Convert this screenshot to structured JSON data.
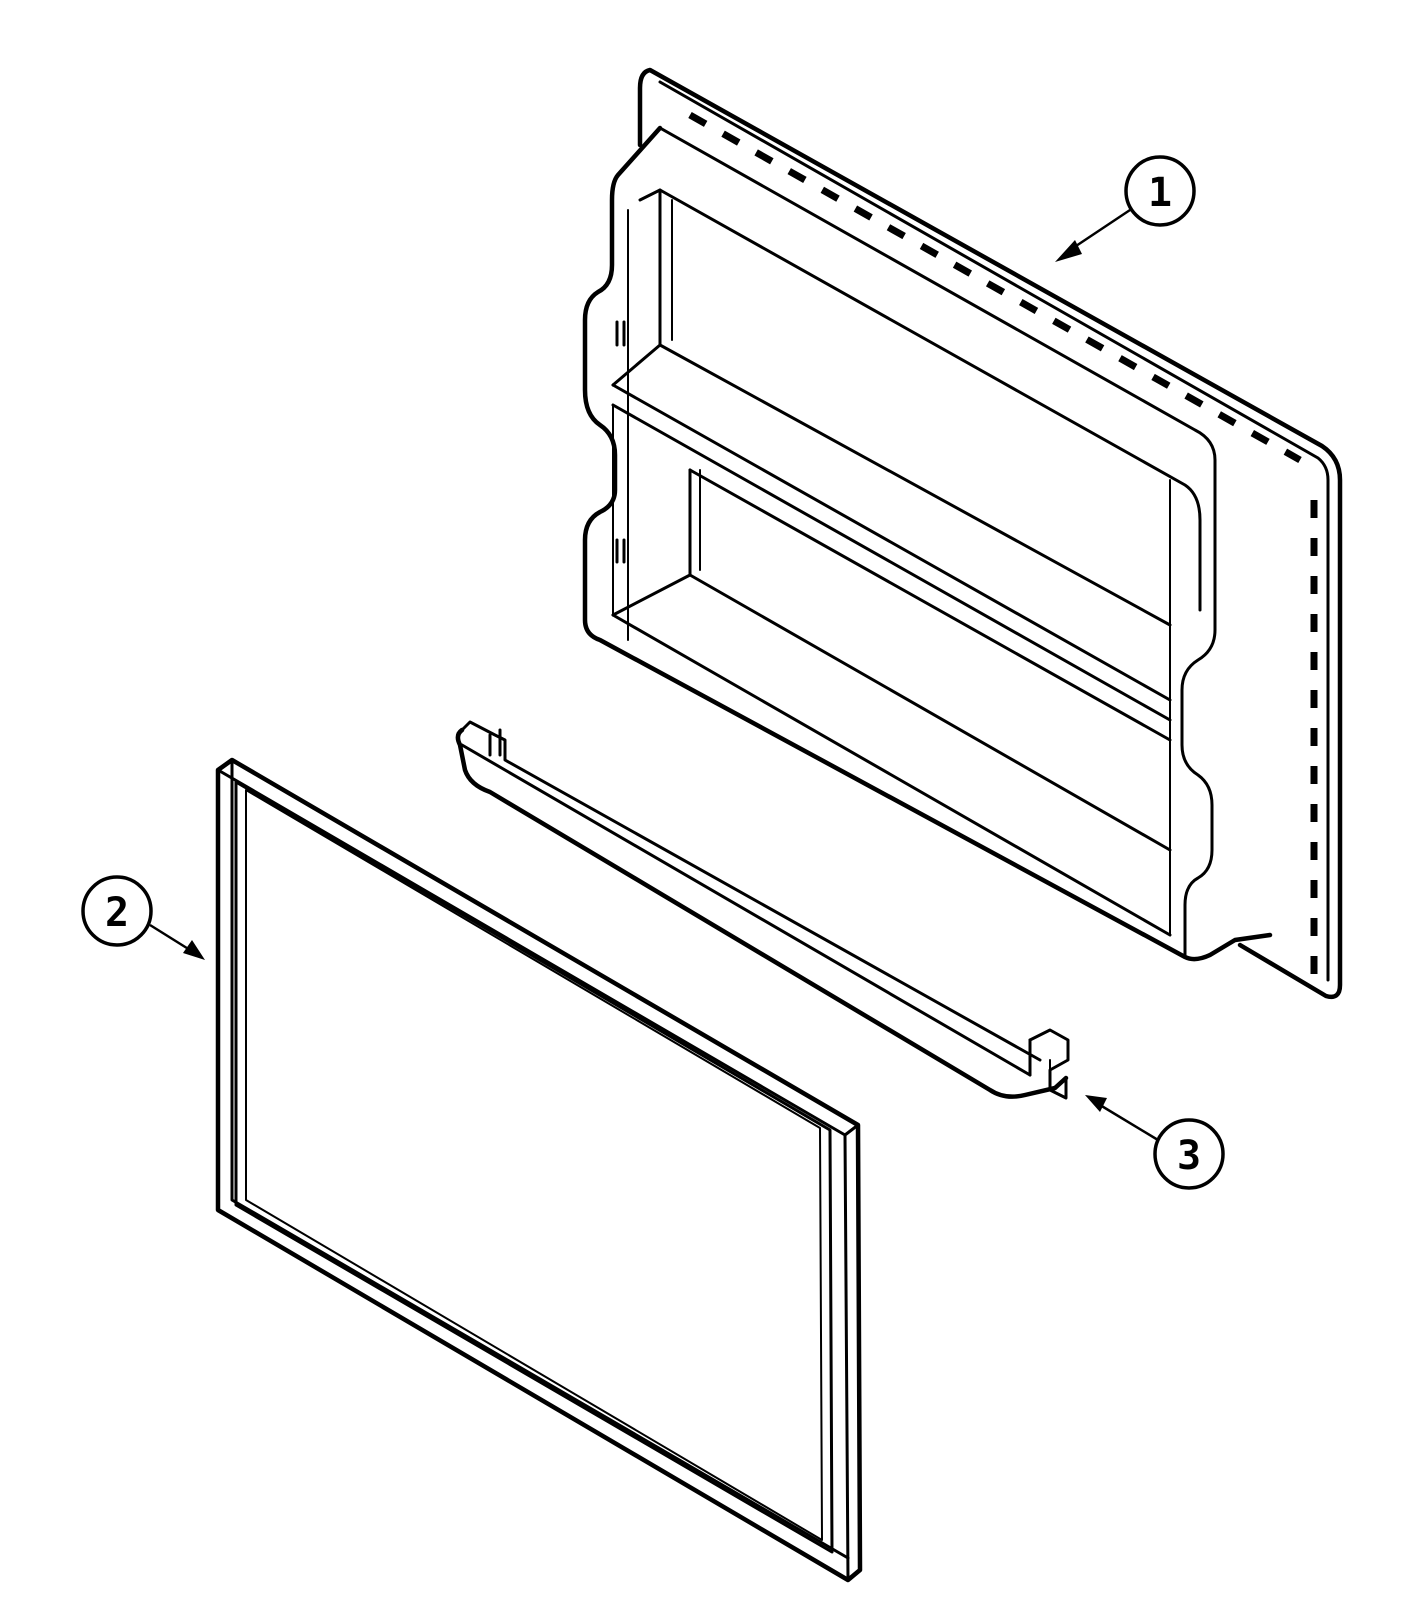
{
  "diagram": {
    "callouts": [
      {
        "id": "1",
        "label": "1"
      },
      {
        "id": "2",
        "label": "2"
      },
      {
        "id": "3",
        "label": "3"
      }
    ]
  }
}
